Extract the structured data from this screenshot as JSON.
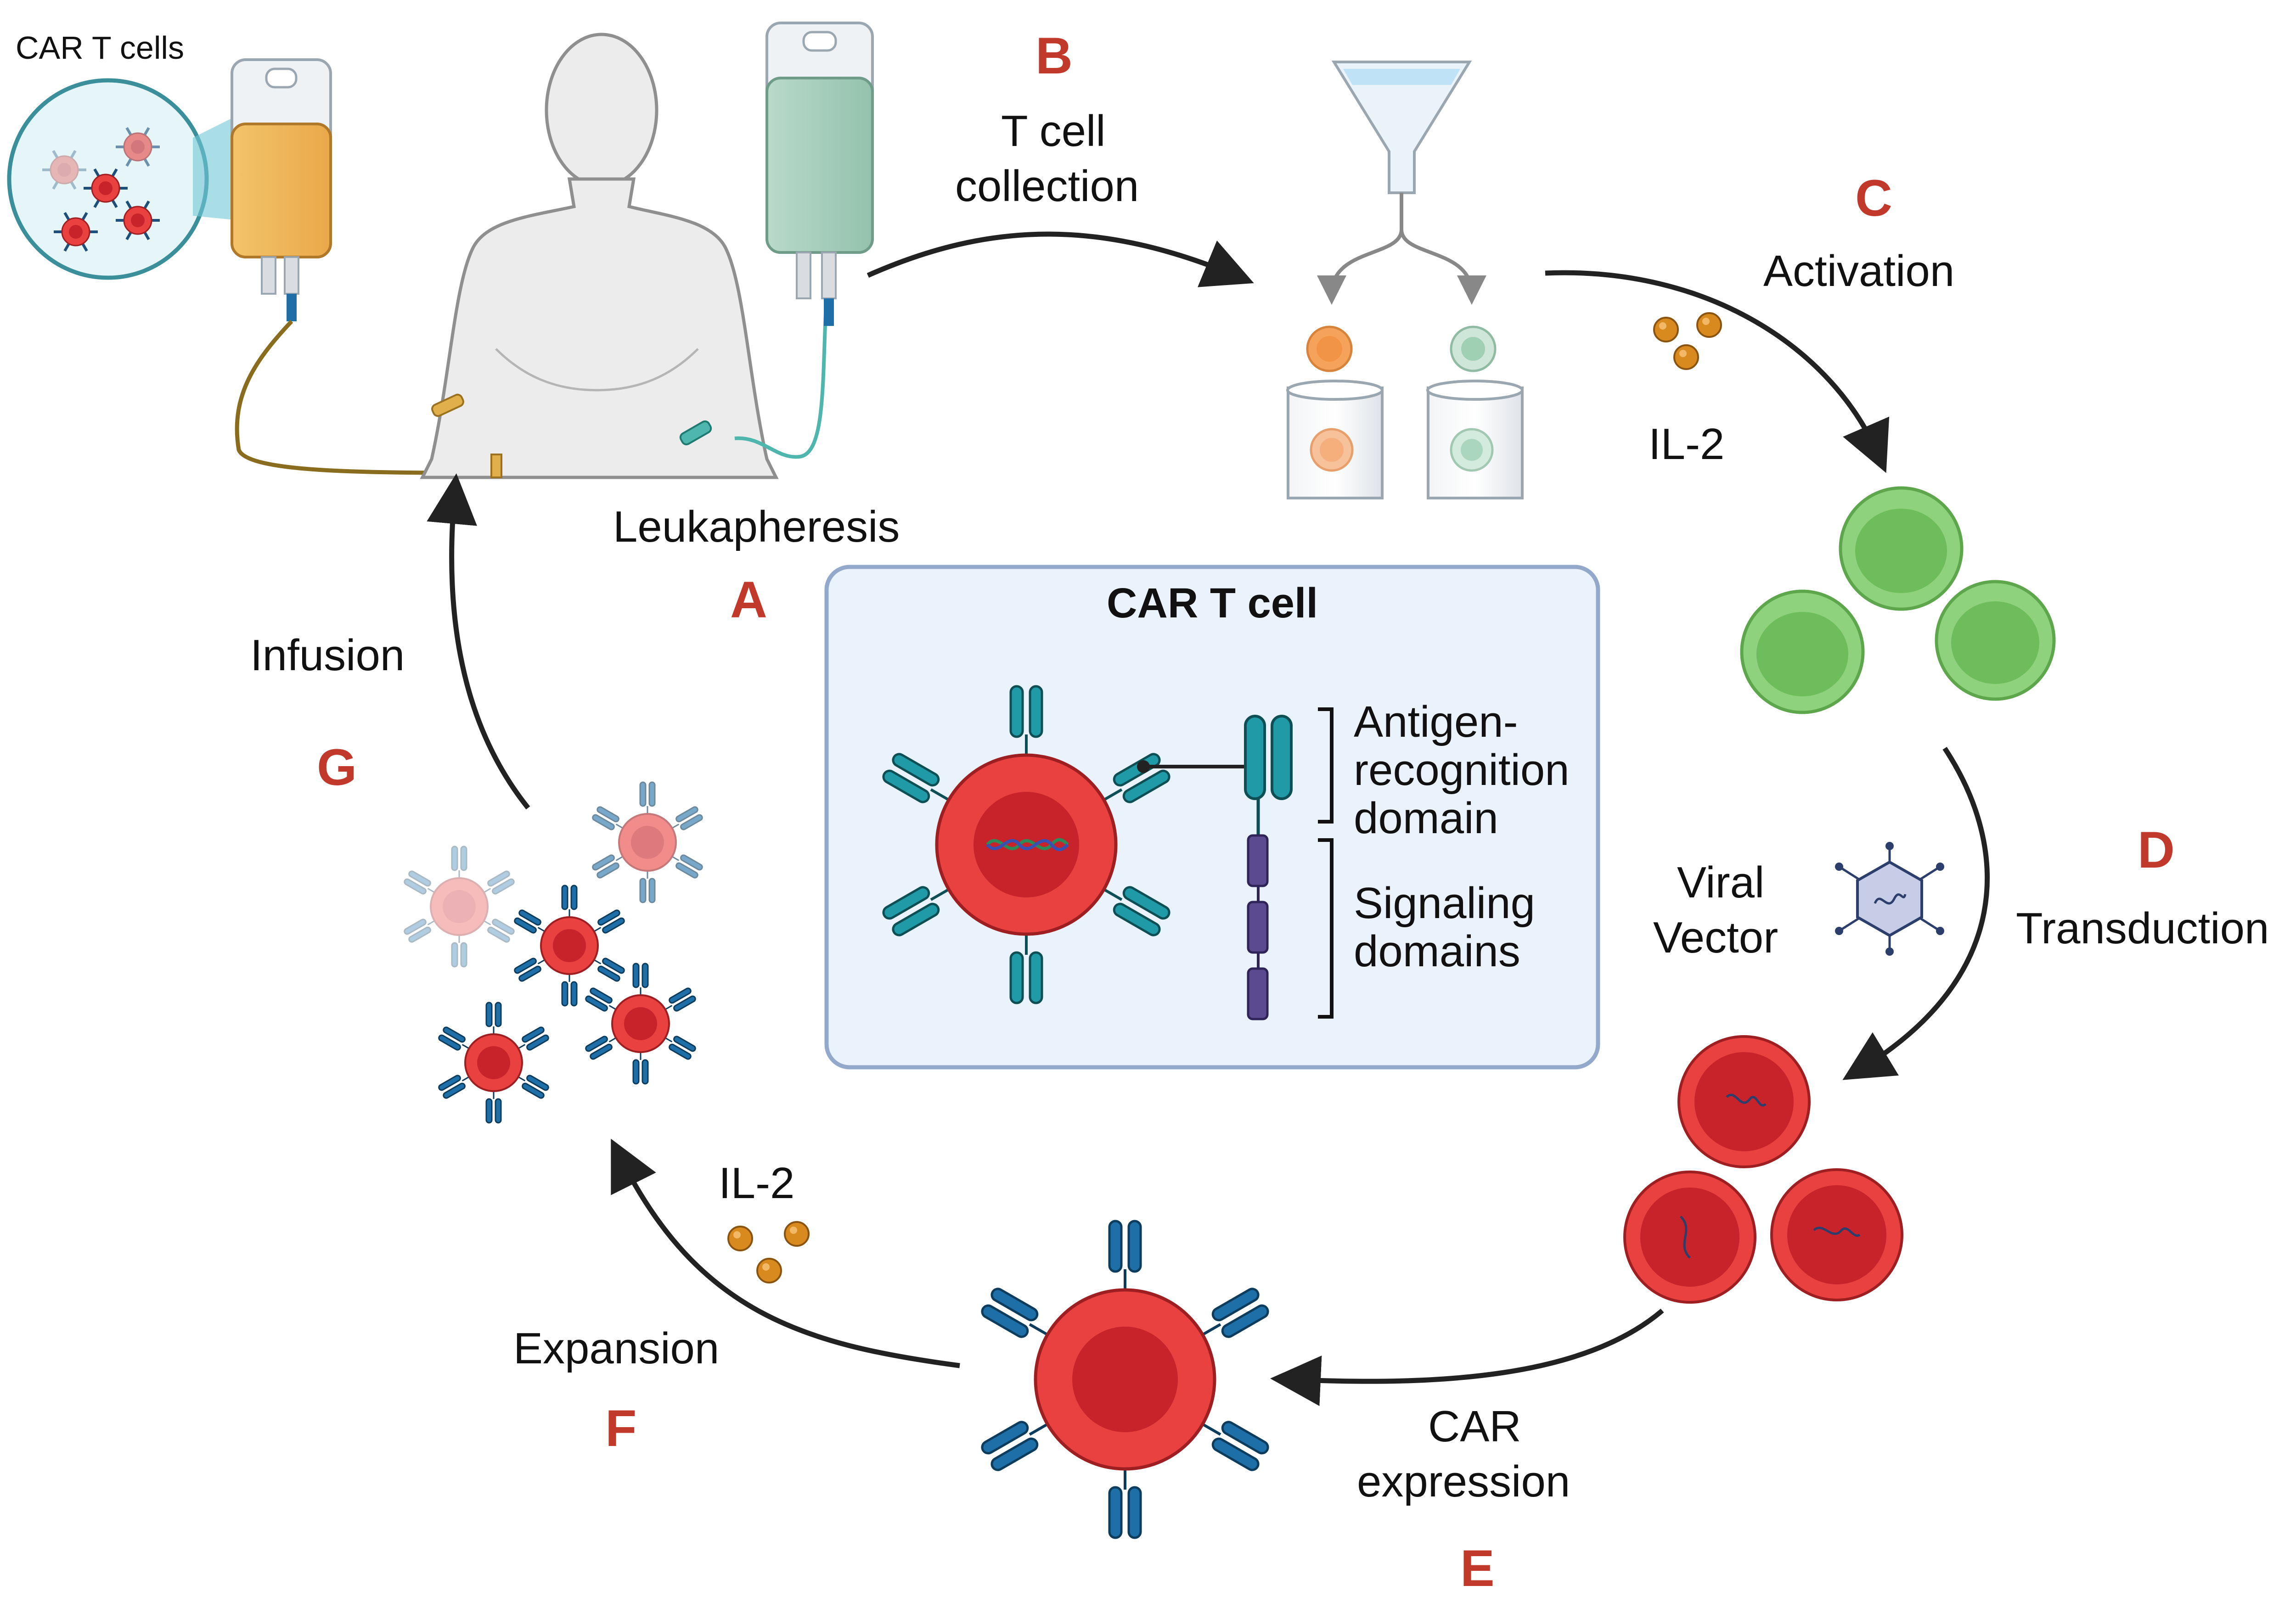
{
  "labels": {
    "car_t_cells_bag": "CAR T cells",
    "leukapheresis": "Leukapheresis",
    "t_cell_collection_line1": "T cell",
    "t_cell_collection_line2": "collection",
    "activation": "Activation",
    "il2_top": "IL-2",
    "viral_line1": "Viral",
    "viral_line2": "Vector",
    "transduction": "Transduction",
    "car_expression_line1": "CAR",
    "car_expression_line2": "expression",
    "il2_bottom": "IL-2",
    "expansion": "Expansion",
    "infusion": "Infusion"
  },
  "steps": {
    "a": "A",
    "b": "B",
    "c": "C",
    "d": "D",
    "e": "E",
    "f": "F",
    "g": "G"
  },
  "inset": {
    "title": "CAR T cell",
    "antigen_line1": "Antigen-",
    "antigen_line2": "recognition",
    "antigen_line3": "domain",
    "signaling_line1": "Signaling",
    "signaling_line2": "domains"
  },
  "colors": {
    "step_letter": "#c0392b",
    "arrow": "#222222",
    "car_t_red": "#e8413f",
    "car_t_nucleus": "#c8232a",
    "activated_green": "#7cc86a",
    "receptor_teal": "#1f9aa6",
    "receptor_blue": "#1e6fa8",
    "signaling_purple": "#5b4a8f",
    "il2_orange": "#d98a1e",
    "inset_bg": "#eaf2fb",
    "inset_border": "#93a9cc"
  }
}
